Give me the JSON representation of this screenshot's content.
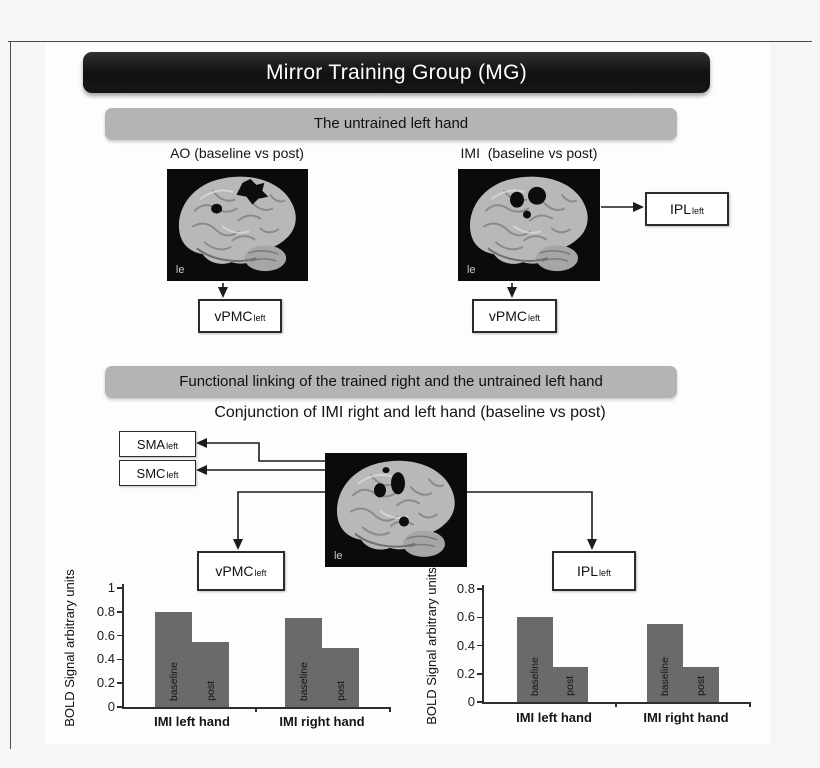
{
  "figure": {
    "title": "Mirror Training Group (MG)",
    "colors": {
      "title_bar_bg": "#161616",
      "section_header_bg": "#b4b4b4",
      "bar_fill": "#6a6a6a",
      "activation_blob": "#0d0d0d"
    },
    "section_untrained": {
      "header": "The untrained left hand",
      "ao_caption": "AO (baseline vs post)",
      "imi_caption": "IMI  (baseline vs post)",
      "ao_brain_corner_label": "le",
      "imi_brain_corner_label": "le",
      "ao_result_box": {
        "main": "vPMC",
        "sub": "left"
      },
      "imi_result_box": {
        "main": "vPMC",
        "sub": "left"
      },
      "imi_side_box": {
        "main": "IPL",
        "sub": "left"
      }
    },
    "section_linking": {
      "header": "Functional linking of the trained right and the untrained left hand",
      "subtitle": "Conjunction of IMI right and left hand (baseline vs post)",
      "brain_corner_label": "le",
      "sma_box": {
        "main": "SMA",
        "sub": "left"
      },
      "smc_box": {
        "main": "SMC",
        "sub": "left"
      },
      "vpmc_box": {
        "main": "vPMC",
        "sub": "left"
      },
      "ipl_box": {
        "main": "IPL",
        "sub": "left"
      }
    }
  },
  "chart_data": [
    {
      "type": "bar",
      "title": "vPMC_left",
      "region_box": {
        "main": "vPMC",
        "sub": "left"
      },
      "ylabel": "BOLD Signal arbitrary units",
      "categories": [
        "IMI left hand",
        "IMI right hand"
      ],
      "series": [
        {
          "name": "baseline",
          "values": [
            0.8,
            0.75
          ]
        },
        {
          "name": "post",
          "values": [
            0.55,
            0.5
          ]
        }
      ],
      "ylim": [
        0,
        1
      ],
      "yticks": [
        "1",
        "0.8",
        "0.6",
        "0.4",
        "0.2",
        "0"
      ],
      "grid": false,
      "legend": "series names printed vertically inside bars"
    },
    {
      "type": "bar",
      "title": "IPL_left",
      "region_box": {
        "main": "IPL",
        "sub": "left"
      },
      "ylabel": "BOLD Signal arbitrary units",
      "categories": [
        "IMI left hand",
        "IMI right hand"
      ],
      "series": [
        {
          "name": "baseline",
          "values": [
            0.6,
            0.55
          ]
        },
        {
          "name": "post",
          "values": [
            0.25,
            0.25
          ]
        }
      ],
      "ylim": [
        0,
        0.8
      ],
      "yticks": [
        "0.8",
        "0.6",
        "0.4",
        "0.2",
        "0"
      ],
      "grid": false,
      "legend": "series names printed vertically inside bars"
    }
  ]
}
